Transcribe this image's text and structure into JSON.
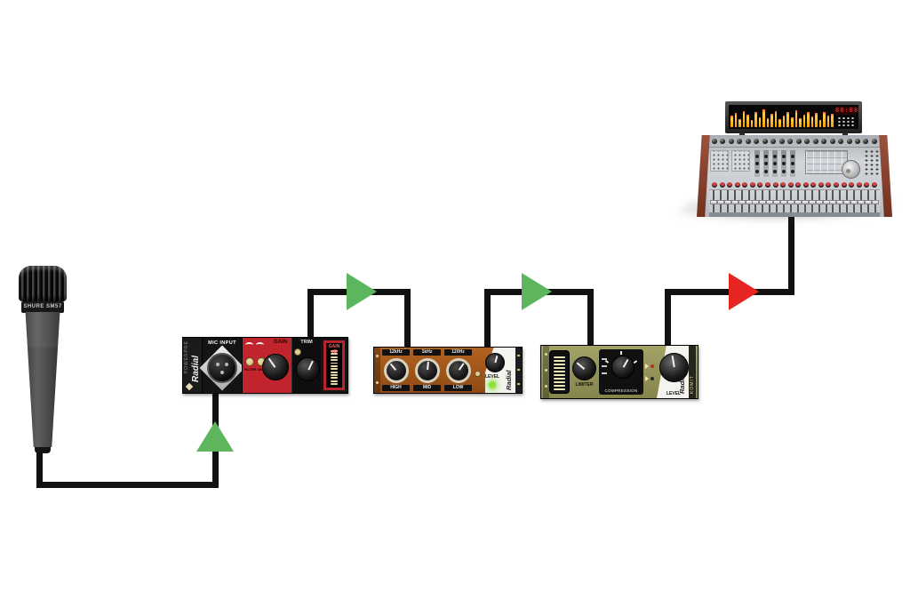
{
  "diagram": {
    "title": "microphone signal chain: mic to preamp to eq to compressor to console",
    "background": "#ffffff",
    "cable_color": "#111111",
    "arrow_green": "#5db55d",
    "arrow_red": "#e62422"
  },
  "microphone": {
    "label": "SHURE SM57"
  },
  "preamp": {
    "brand": "Radial",
    "series": "POWERPRE",
    "mic_input_label": "MIC INPUT",
    "gain_label": "GAIN",
    "trim_label": "TRIM",
    "meter_label": "GAIN dB",
    "button1_label": "FILTER",
    "button2_label": "48V",
    "meter_segments": 12,
    "panel_red": "#c0242c"
  },
  "eq": {
    "brand": "Radial",
    "knobs": [
      {
        "top": "12kHz",
        "bottom": "HIGH"
      },
      {
        "top": "1kHz",
        "bottom": "MID"
      },
      {
        "top": "120Hz",
        "bottom": "LOW"
      }
    ],
    "level_label": "LEVEL",
    "panel_orange": "#a8571e"
  },
  "compressor": {
    "brand": "Radial",
    "model": "KOMIT",
    "limiter_label": "LIMITER",
    "compression_label": "COMPRESSION",
    "level_label": "LEVEL",
    "meter_segments": 10,
    "panel_olive": "#97975c"
  },
  "console": {
    "display_value": "88:88",
    "meter_heights": [
      55,
      70,
      40,
      80,
      60,
      35,
      75,
      50,
      85,
      45,
      65,
      78,
      38,
      58,
      72,
      48,
      82,
      42,
      62,
      76,
      52,
      68,
      36,
      74,
      56,
      64
    ],
    "top_knob_count": 20,
    "red_knob_count": 22,
    "fader_count": 24,
    "strip_count": 5,
    "wood_color": "#8a4a36"
  }
}
